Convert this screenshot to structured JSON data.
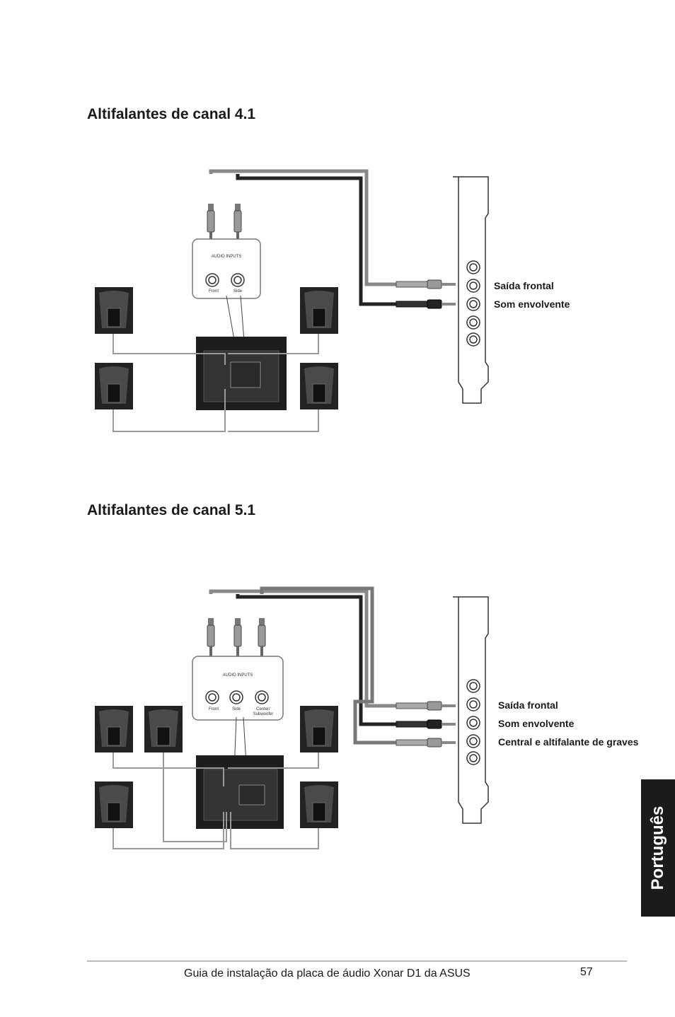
{
  "sections": [
    {
      "title": "Altifalantes de canal 4.1",
      "speaker_inputs": {
        "heading": "AUDIO\nINPUTS",
        "jacks": [
          "Front",
          "Side"
        ]
      },
      "card_labels": [
        "Saída frontal",
        "Som envolvente"
      ]
    },
    {
      "title": "Altifalantes de canal 5.1",
      "speaker_inputs": {
        "heading": "AUDIO\nINPUTS",
        "jacks": [
          "Front",
          "Side",
          "Center/\nSubwoofer"
        ]
      },
      "card_labels": [
        "Saída frontal",
        "Som envolvente",
        "Central e altifalante de graves"
      ]
    }
  ],
  "side_tab": "Português",
  "footer": {
    "text": "Guia de instalação da placa de áudio Xonar D1 da ASUS",
    "page": "57"
  }
}
